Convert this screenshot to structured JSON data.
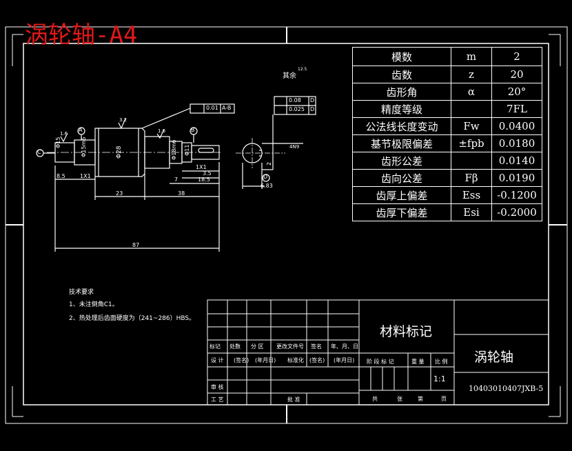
{
  "title_overlay": "涡轮轴-A4",
  "drawing_annotations": {
    "roughness_corner": "其余",
    "roughness_value": "12.5",
    "roughness_32": "3.2",
    "roughness_16_left": "1.6",
    "roughness_16_right": "1.6",
    "runout_left": "0.01",
    "runout_left_ref": "A-B",
    "tol_top": "0.08",
    "tol_top_ref": "D",
    "tol_bottom": "0.025",
    "tol_bottom_ref": "D",
    "datum_a": "A",
    "datum_b": "B",
    "datum_c": "C",
    "datum_d": "D",
    "dim_d15": "Φ15",
    "dim_d15m6": "Φ15m6",
    "dim_d28": "Φ28",
    "dim_d18m6": "Φ18m6",
    "dim_d11": "Φ11",
    "dim_85": "8.5",
    "dim_1x1_left": "1X1",
    "dim_1x1_right": "1X1",
    "dim_35": "3.5",
    "dim_185": "18.5",
    "dim_7": "7",
    "dim_23": "23",
    "dim_38": "38",
    "dim_87": "87",
    "dim_683": "6.83",
    "dim_2": "2",
    "dim_4n9": "4N9"
  },
  "tech_notes": {
    "heading": "技术要求",
    "note1": "1、未注倒角C1。",
    "note2": "2、热处理后齿面硬度为（241~286）HBS。"
  },
  "param_table": [
    {
      "name": "模数",
      "symbol": "m",
      "value": "2"
    },
    {
      "name": "齿数",
      "symbol": "z",
      "value": "20"
    },
    {
      "name": "齿形角",
      "symbol": "α",
      "value": "20°"
    },
    {
      "name": "精度等级",
      "symbol": "",
      "value": "7FL"
    },
    {
      "name": "公法线长度变动",
      "symbol": "Fw",
      "value": "0.0400"
    },
    {
      "name": "基节极限偏差",
      "symbol": "±fpb",
      "value": "0.0180"
    },
    {
      "name": "齿形公差",
      "symbol": "",
      "value": "0.0140"
    },
    {
      "name": "齿向公差",
      "symbol": "Fβ",
      "value": "0.0190"
    },
    {
      "name": "齿厚上偏差",
      "symbol": "Ess",
      "value": "-0.1200"
    },
    {
      "name": "齿厚下偏差",
      "symbol": "Esi",
      "value": "-0.2000"
    }
  ],
  "title_block": {
    "material_mark": "材料标记",
    "part_name": "涡轮轴",
    "drawing_number": "10403010407JXB-5",
    "scale": "1:1",
    "row_labels": {
      "biaoji": "标记",
      "chushu": "处数",
      "fenqu": "分 区",
      "gengai": "更改文件号",
      "qianming": "签名",
      "nianyueri": "年、月、日",
      "sheji": "设 计",
      "qianming2": "(签名)",
      "nianyueri2": "(年月日)",
      "biaozhunhua": "标准化",
      "qianming3": "(签名)",
      "nianyueri3": "(年月日)",
      "shenhe": "审 核",
      "gongyi": "工 艺",
      "pizhun": "批 准"
    },
    "stage_labels": {
      "jieduan": "阶 段 标 记",
      "zhongliang": "重 量",
      "bili": "比 例"
    },
    "sheet_labels": {
      "gong": "共",
      "zhang1": "张",
      "di": "第",
      "zhang2": "页"
    }
  }
}
